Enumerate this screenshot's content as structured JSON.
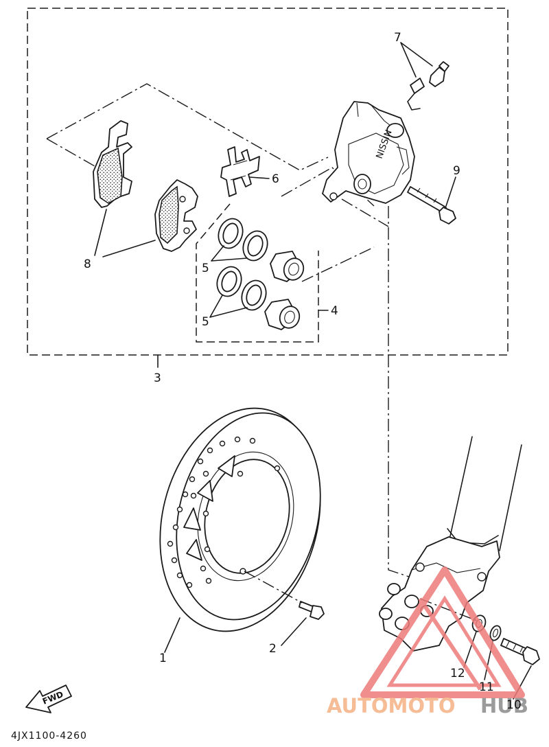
{
  "diagram": {
    "callouts": {
      "c1": "1",
      "c2": "2",
      "c3": "3",
      "c4": "4",
      "c5a": "5",
      "c5b": "5",
      "c6": "6",
      "c7": "7",
      "c8": "8",
      "c9": "9",
      "c10": "10",
      "c11": "11",
      "c12": "12"
    },
    "caliper_brand": "NISSIN",
    "direction_label": "FWD",
    "drawing_code": "4JX1100-4260",
    "watermark": {
      "text_orange": "AUTOMOTO",
      "text_gray": "HUB",
      "color_orange": "#f4b183",
      "color_gray": "#8a8a8a",
      "color_triangle": "#ee7b7b"
    }
  }
}
